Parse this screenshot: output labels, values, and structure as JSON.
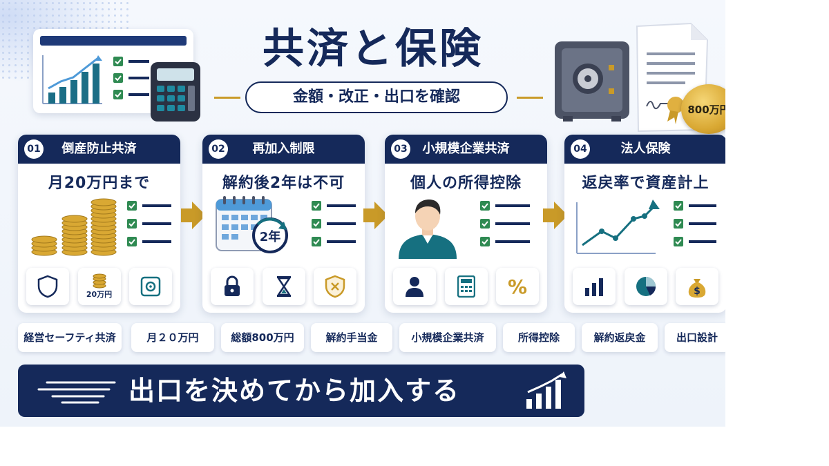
{
  "title": "共済と保険",
  "subtitle": "金額・改正・出口を確認",
  "badge": "800万円",
  "cards": [
    {
      "num": "01",
      "title": "倒産防止共済",
      "subtitle": "月20万円まで",
      "coin_label": "20万円"
    },
    {
      "num": "02",
      "title": "再加入制限",
      "subtitle": "解約後2年は不可",
      "clock_label": "2年"
    },
    {
      "num": "03",
      "title": "小規模企業共済",
      "subtitle": "個人の所得控除",
      "percent": "%"
    },
    {
      "num": "04",
      "title": "法人保険",
      "subtitle": "返戻率で資産計上",
      "dollar": "$"
    }
  ],
  "tags": [
    "経営セーフティ共済",
    "月２０万円",
    "総額800万円",
    "解約手当金",
    "小規模企業共済",
    "所得控除",
    "解約返戻金",
    "出口設計"
  ],
  "banner": "出口を決めてから加入する",
  "colors": {
    "navy": "#15295a",
    "gold": "#c99a28",
    "green": "#2f8a52",
    "teal": "#167080"
  },
  "icons": [
    "chart-icon",
    "calculator-icon",
    "safe-icon",
    "document-icon",
    "medal-icon",
    "coin-stack-icon",
    "calendar-icon",
    "person-icon",
    "line-chart-icon",
    "shield-icon",
    "lock-icon",
    "hourglass-icon",
    "shield-x-icon",
    "user-icon",
    "calculator-small-icon",
    "percent-icon",
    "bar-chart-icon",
    "pie-chart-icon",
    "money-bag-icon",
    "speed-lines-icon",
    "growth-chart-icon"
  ]
}
